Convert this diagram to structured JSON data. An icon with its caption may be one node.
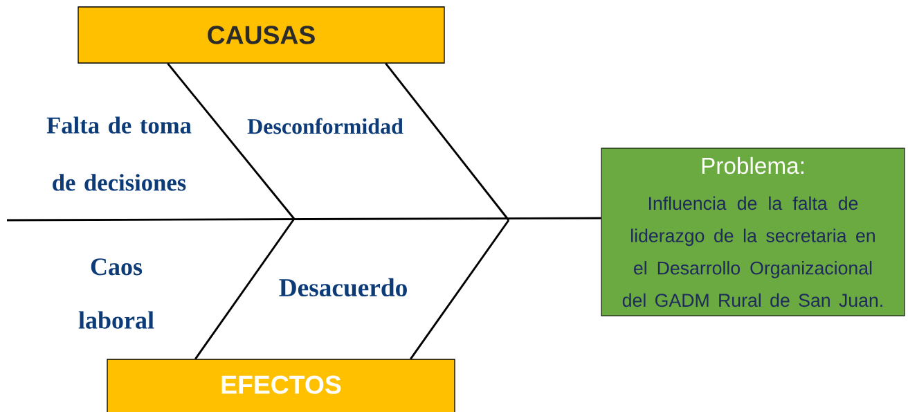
{
  "diagram": {
    "nodes": [
      {
        "text": [
          "CAUSAS"
        ]
      },
      {
        "text": [
          "EFECTOS"
        ]
      },
      {
        "text": [
          "Problema:",
          "Influencia de la falta de liderazgo de la secretaria en el Desarrollo Organizacional del GADM Rural de San Juan."
        ]
      }
    ],
    "edges": [
      {
        "from": 0,
        "to": null,
        "arrow": "none"
      },
      {
        "from": 0,
        "to": null,
        "arrow": "none"
      },
      {
        "from": 1,
        "to": null,
        "arrow": "none"
      },
      {
        "from": 1,
        "to": null,
        "arrow": "none"
      },
      {
        "from": null,
        "to": 2,
        "arrow": "none"
      }
    ],
    "labels": [
      "Falta de toma de decisiones",
      "Desconformidad",
      "Caos laboral",
      "Desacuerdo"
    ]
  }
}
